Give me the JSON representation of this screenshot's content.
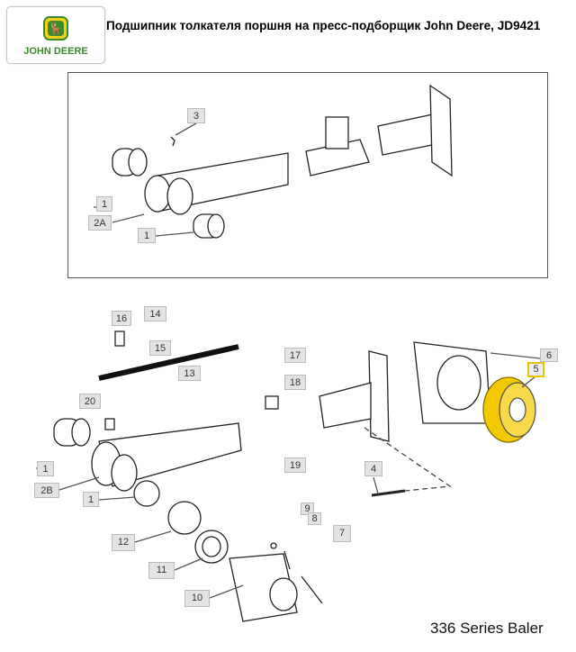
{
  "header": {
    "logo_text": "JOHN DEERE",
    "title": "Подшипник толкателя поршня на пресс-подборщик John Deere, JD9421"
  },
  "top_callouts": [
    "3",
    "1",
    "2A",
    "1"
  ],
  "bottom_callouts": [
    "16",
    "14",
    "15",
    "13",
    "17",
    "18",
    "20",
    "19",
    "1",
    "2B",
    "1",
    "4",
    "6",
    "5",
    "9",
    "8",
    "7",
    "12",
    "11",
    "10"
  ],
  "highlight_color": "#f2c800",
  "footer": "336 Series Baler"
}
